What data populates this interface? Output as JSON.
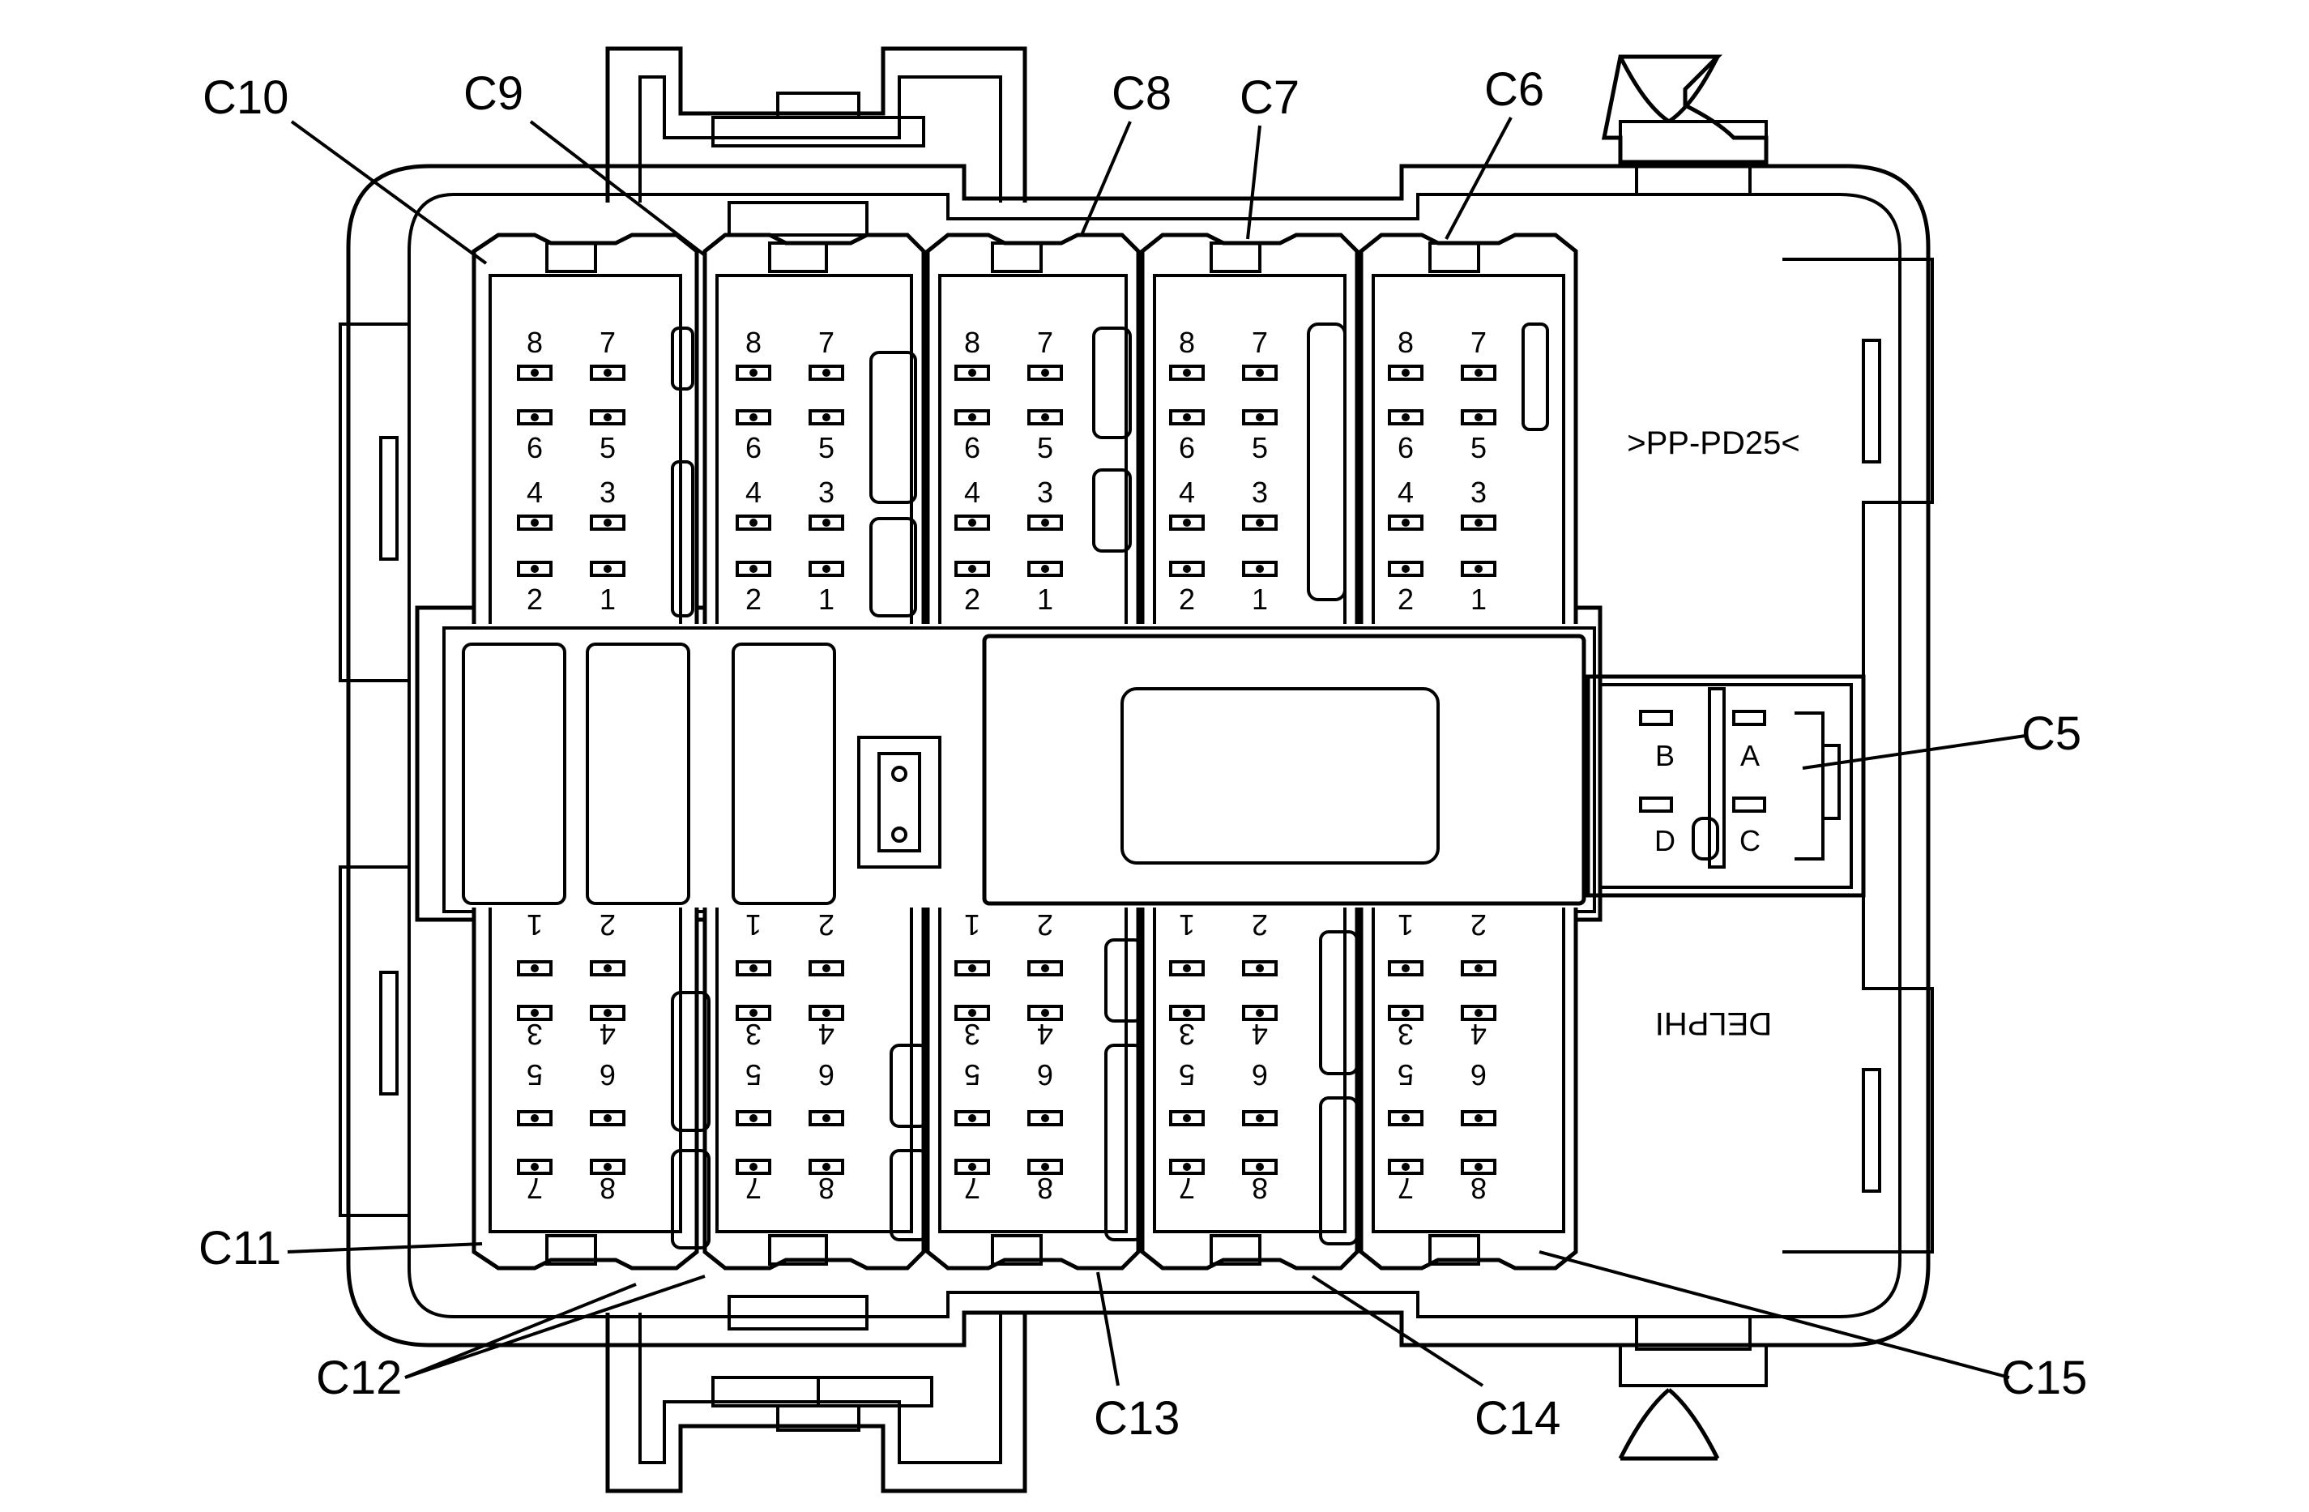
{
  "connector_labels": {
    "c5": "C5",
    "c6": "C6",
    "c7": "C7",
    "c8": "C8",
    "c9": "C9",
    "c10": "C10",
    "c11": "C11",
    "c12": "C12",
    "c13": "C13",
    "c14": "C14",
    "c15": "C15"
  },
  "pins": {
    "p1": "1",
    "p2": "2",
    "p3": "3",
    "p4": "4",
    "p5": "5",
    "p6": "6",
    "p7": "7",
    "p8": "8"
  },
  "c5_pins": {
    "a": "A",
    "b": "B",
    "c": "C",
    "d": "D"
  },
  "housing_text": {
    "material": ">PP-PD25<",
    "brand": "DELPHI"
  }
}
